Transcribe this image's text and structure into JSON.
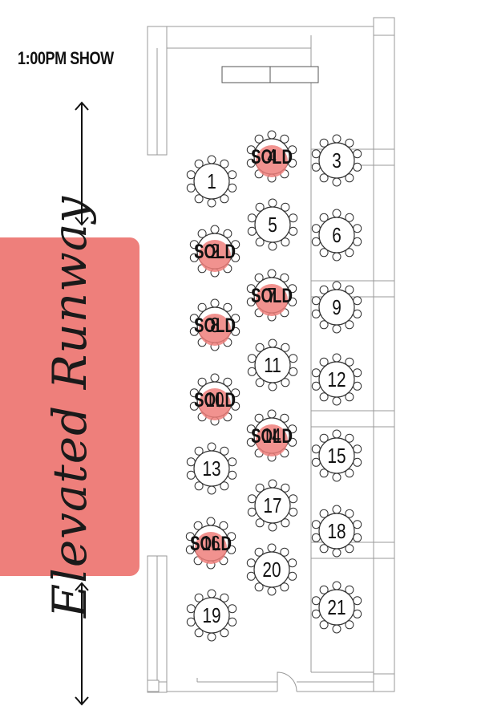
{
  "header": {
    "show_time": "1:00PM SHOW"
  },
  "runway": {
    "label": "Elevated Runway"
  },
  "sold_label": "SOLD",
  "colors": {
    "runway": "#ee7f7b",
    "sold_highlight": "#ee7f7b",
    "line": "#333333",
    "wall": "#aaaaaa"
  },
  "tables": [
    {
      "number": "1",
      "sold": false
    },
    {
      "number": "2",
      "sold": true
    },
    {
      "number": "3",
      "sold": false
    },
    {
      "number": "4",
      "sold": true
    },
    {
      "number": "5",
      "sold": false
    },
    {
      "number": "6",
      "sold": false
    },
    {
      "number": "7",
      "sold": true
    },
    {
      "number": "8",
      "sold": true
    },
    {
      "number": "9",
      "sold": false
    },
    {
      "number": "10",
      "sold": true
    },
    {
      "number": "11",
      "sold": false
    },
    {
      "number": "12",
      "sold": false
    },
    {
      "number": "13",
      "sold": false
    },
    {
      "number": "14",
      "sold": true
    },
    {
      "number": "15",
      "sold": false
    },
    {
      "number": "16",
      "sold": true
    },
    {
      "number": "17",
      "sold": false
    },
    {
      "number": "18",
      "sold": false
    },
    {
      "number": "19",
      "sold": false
    },
    {
      "number": "20",
      "sold": false
    },
    {
      "number": "21",
      "sold": false
    }
  ]
}
